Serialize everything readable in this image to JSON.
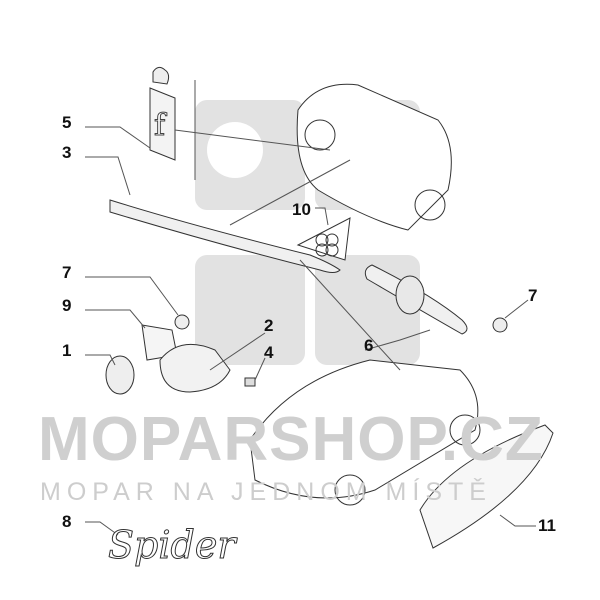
{
  "watermark": {
    "brand": "MOPARSHOP.CZ",
    "tagline": "MOPAR NA JEDNOM MÍSTĚ"
  },
  "emblem_8_text": "Spider",
  "callouts": [
    {
      "id": "5"
    },
    {
      "id": "3"
    },
    {
      "id": "10"
    },
    {
      "id": "7"
    },
    {
      "id": "9"
    },
    {
      "id": "2"
    },
    {
      "id": "1"
    },
    {
      "id": "4"
    },
    {
      "id": "6"
    },
    {
      "id": "7"
    },
    {
      "id": "8"
    },
    {
      "id": "11"
    }
  ],
  "labels": [
    "5",
    "3",
    "10",
    "7",
    "9",
    "2",
    "1",
    "4",
    "6",
    "7",
    "8",
    "11"
  ]
}
